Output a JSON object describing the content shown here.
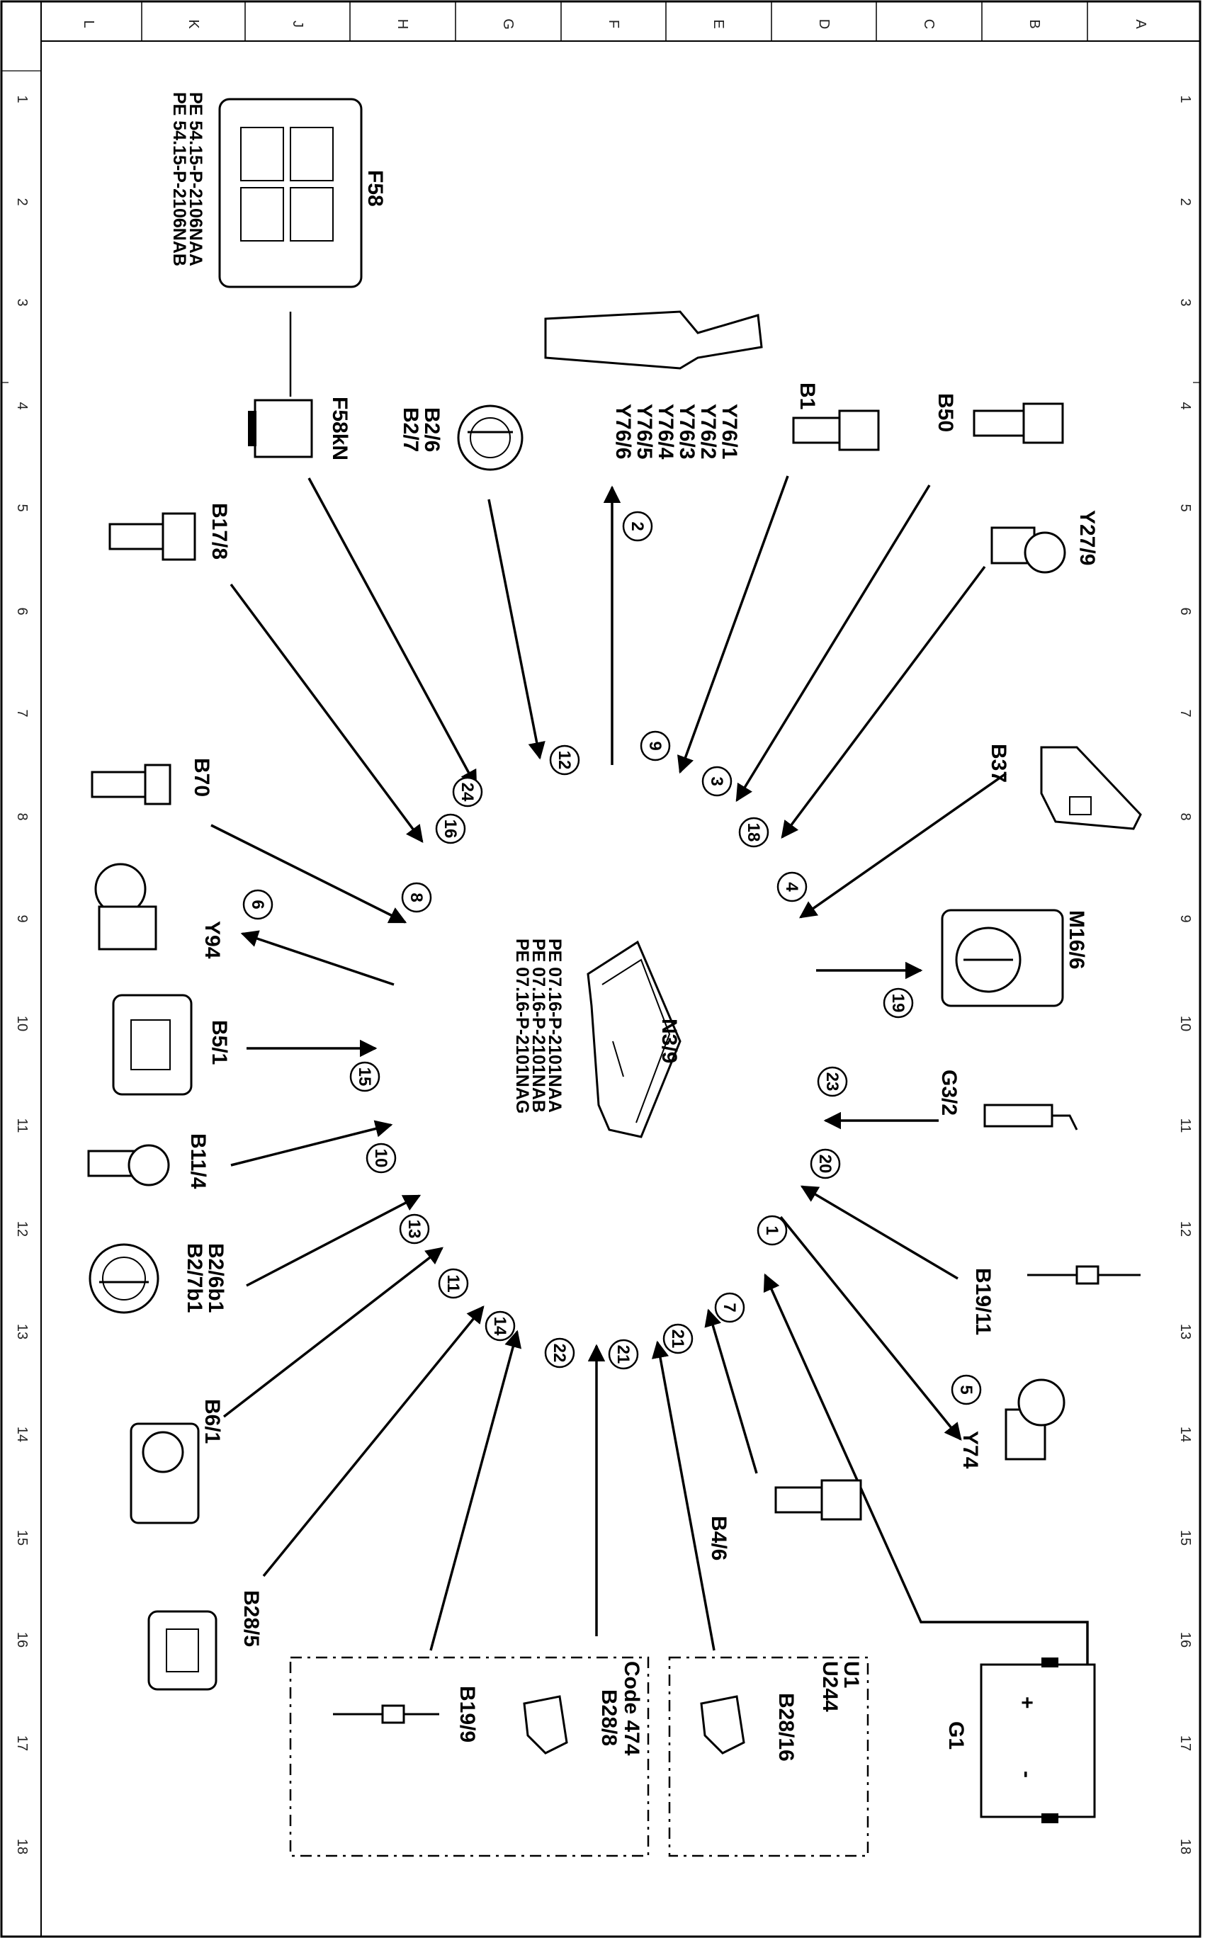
{
  "ruler": {
    "columns_top": [
      "L",
      "K",
      "J",
      "H",
      "G",
      "F",
      "E",
      "D",
      "C",
      "B",
      "A"
    ],
    "rows_side": [
      "1",
      "2",
      "3",
      "4",
      "5",
      "6",
      "7",
      "8",
      "9",
      "10",
      "11",
      "12",
      "13",
      "14",
      "15",
      "16",
      "17",
      "18"
    ]
  },
  "center": {
    "label": "N3/9",
    "refs": [
      "PE 07.16-P-2101NAA",
      "PE 07.16-P-2101NAB",
      "PE 07.16-P-2101NAG"
    ]
  },
  "f58": {
    "label": "F58",
    "refs": [
      "PE 54.15-P-2106NAA",
      "PE 54.15-P-2106NAB"
    ]
  },
  "components": [
    {
      "id": "f58kn",
      "label": "F58kN",
      "num": "24"
    },
    {
      "id": "b26",
      "label": "B2/6",
      "label2": "B2/7",
      "num": "12"
    },
    {
      "id": "y76",
      "label": "Y76/1",
      "label2": "Y76/2",
      "label3": "Y76/3",
      "label4": "Y76/4",
      "label5": "Y76/5",
      "label6": "Y76/6",
      "num": "2"
    },
    {
      "id": "b1",
      "label": "B1",
      "num": "9"
    },
    {
      "id": "b50",
      "label": "B50",
      "num": "3"
    },
    {
      "id": "y279",
      "label": "Y27/9",
      "num": "18"
    },
    {
      "id": "b37",
      "label": "B37",
      "num": "4"
    },
    {
      "id": "m166",
      "label": "M16/6",
      "num": "19"
    },
    {
      "id": "g32",
      "label": "G3/2",
      "num": "23"
    },
    {
      "id": "b1911",
      "label": "B19/11",
      "num": "20"
    },
    {
      "id": "y74",
      "label": "Y74",
      "num": "5"
    },
    {
      "id": "g1",
      "label": "G1",
      "num": "1"
    },
    {
      "id": "b46",
      "label": "B4/6",
      "num": "7"
    },
    {
      "id": "b2816",
      "label": "B28/16",
      "num": "21"
    },
    {
      "id": "b288",
      "label": "B28/8",
      "num": "21"
    },
    {
      "id": "b199",
      "label": "B19/9",
      "num": "22"
    },
    {
      "id": "b285",
      "label": "B28/5",
      "num": "14"
    },
    {
      "id": "b61",
      "label": "B6/1",
      "num": "11"
    },
    {
      "id": "b26b1",
      "label": "B2/6b1",
      "label2": "B2/7b1",
      "num": "13"
    },
    {
      "id": "b114",
      "label": "B11/4",
      "num": "10"
    },
    {
      "id": "b51",
      "label": "B5/1",
      "num": "15"
    },
    {
      "id": "y94",
      "label": "Y94",
      "num": "6"
    },
    {
      "id": "b70",
      "label": "B70",
      "num": "8"
    },
    {
      "id": "b178",
      "label": "B17/8",
      "num": "16"
    }
  ],
  "groups": {
    "u1": {
      "line1": "U1",
      "line2": "U244"
    },
    "code474": {
      "line1": "Code 474"
    }
  },
  "battery": {
    "plus": "+",
    "minus": "-"
  }
}
